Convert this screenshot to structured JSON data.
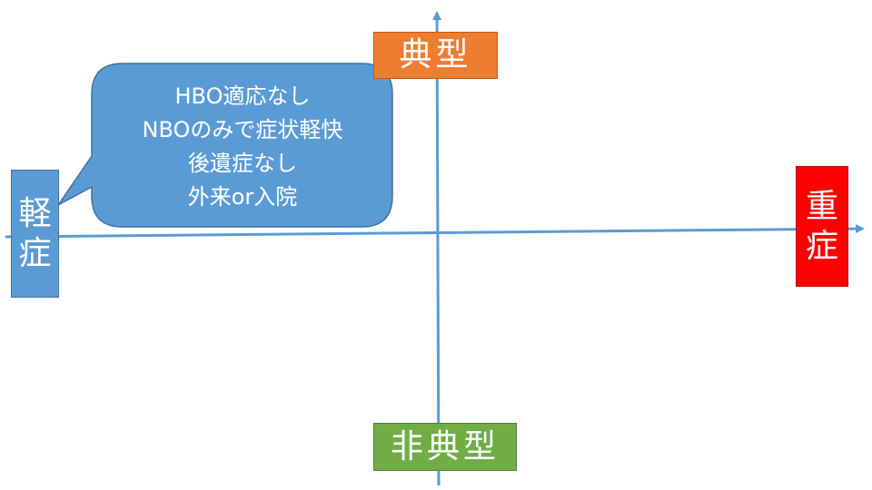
{
  "labels": {
    "typical": "典型",
    "atypical": "非典型",
    "mild_char1": "軽",
    "mild_char2": "症",
    "severe_char1": "重",
    "severe_char2": "症"
  },
  "callout": {
    "lines": [
      "HBO適応なし",
      "NBOのみで症状軽快",
      "後遺症なし",
      "外来or入院"
    ]
  },
  "colors": {
    "axis": "#5b9bd5",
    "typical": "#ed7d31",
    "atypical": "#70ad47",
    "mild": "#5b9bd5",
    "severe": "#ff0000",
    "callout": "#5b9bd5"
  }
}
